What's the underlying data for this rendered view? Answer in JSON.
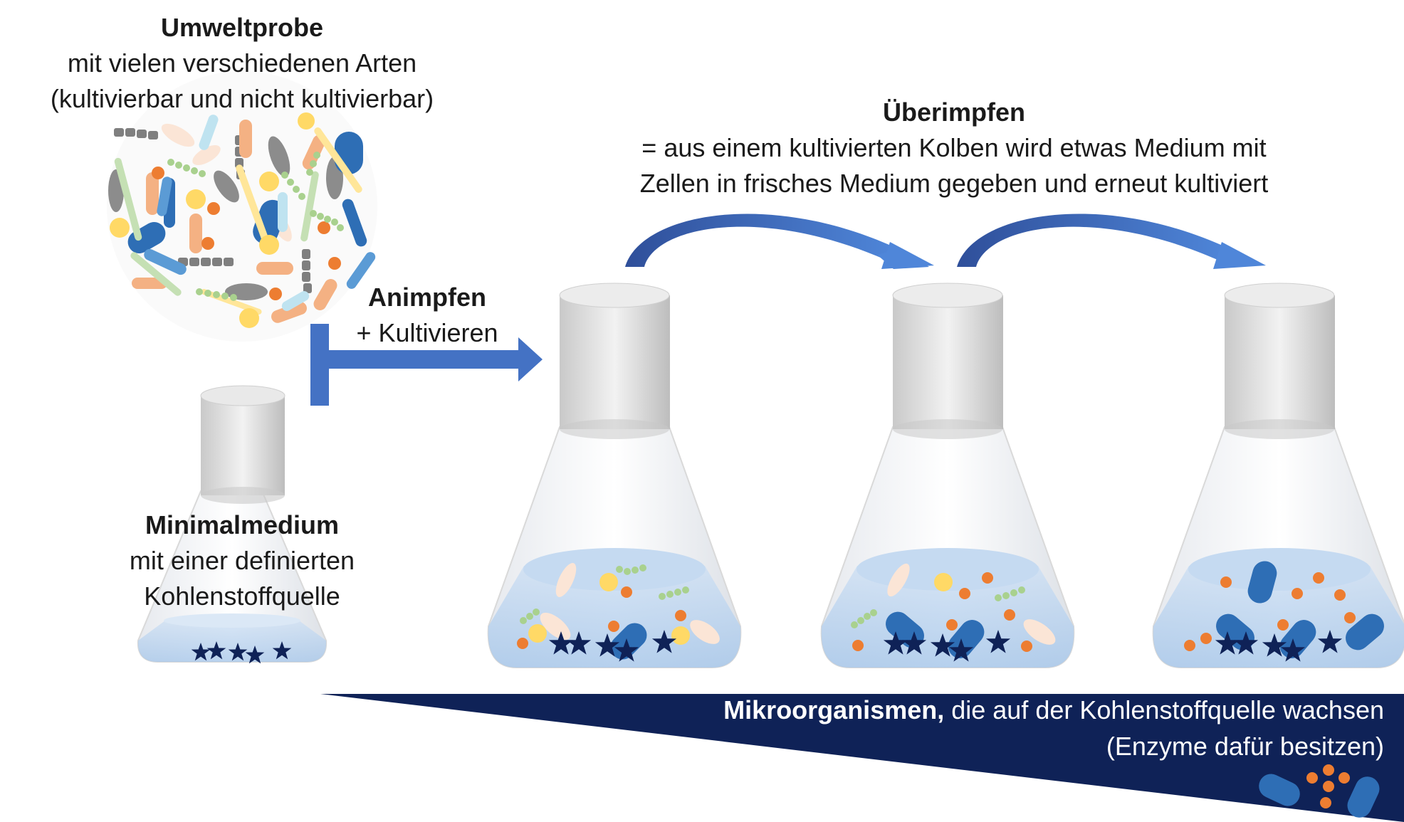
{
  "sample": {
    "title": "Umweltprobe",
    "line1": "mit vielen verschiedenen Arten",
    "line2": "(kultivierbar und nicht kultivierbar)"
  },
  "inoculation": {
    "title": "Animpfen",
    "line1": "+ Kultivieren"
  },
  "transfer": {
    "title": "Überimpfen",
    "line1": "= aus einem kultivierten Kolben wird etwas Medium mit",
    "line2": "Zellen in frisches Medium gegeben und erneut kultiviert"
  },
  "medium": {
    "title": "Minimalmedium",
    "line1": "mit einer definierten",
    "line2": "Kohlenstoffquelle"
  },
  "microorganisms": {
    "bold": "Mikroorganismen,",
    "rest": " die auf der Kohlenstoffquelle wachsen",
    "line2": "(Enzyme dafür besitzen)"
  },
  "colors": {
    "arrow": "#4472c4",
    "banner": "#0f2257",
    "star": "#0f2257",
    "rod_blue": "#2e6eb5",
    "coccus_orange": "#ed7d31",
    "coccus_yellow": "#ffd966",
    "chain_green": "#a9d18e",
    "medium_blue": "#bdd7ee"
  },
  "icons": [
    "sample-cluster-icon",
    "flask-icon",
    "star-icon",
    "rod-bacterium-icon",
    "coccus-icon",
    "arrow-icon"
  ]
}
